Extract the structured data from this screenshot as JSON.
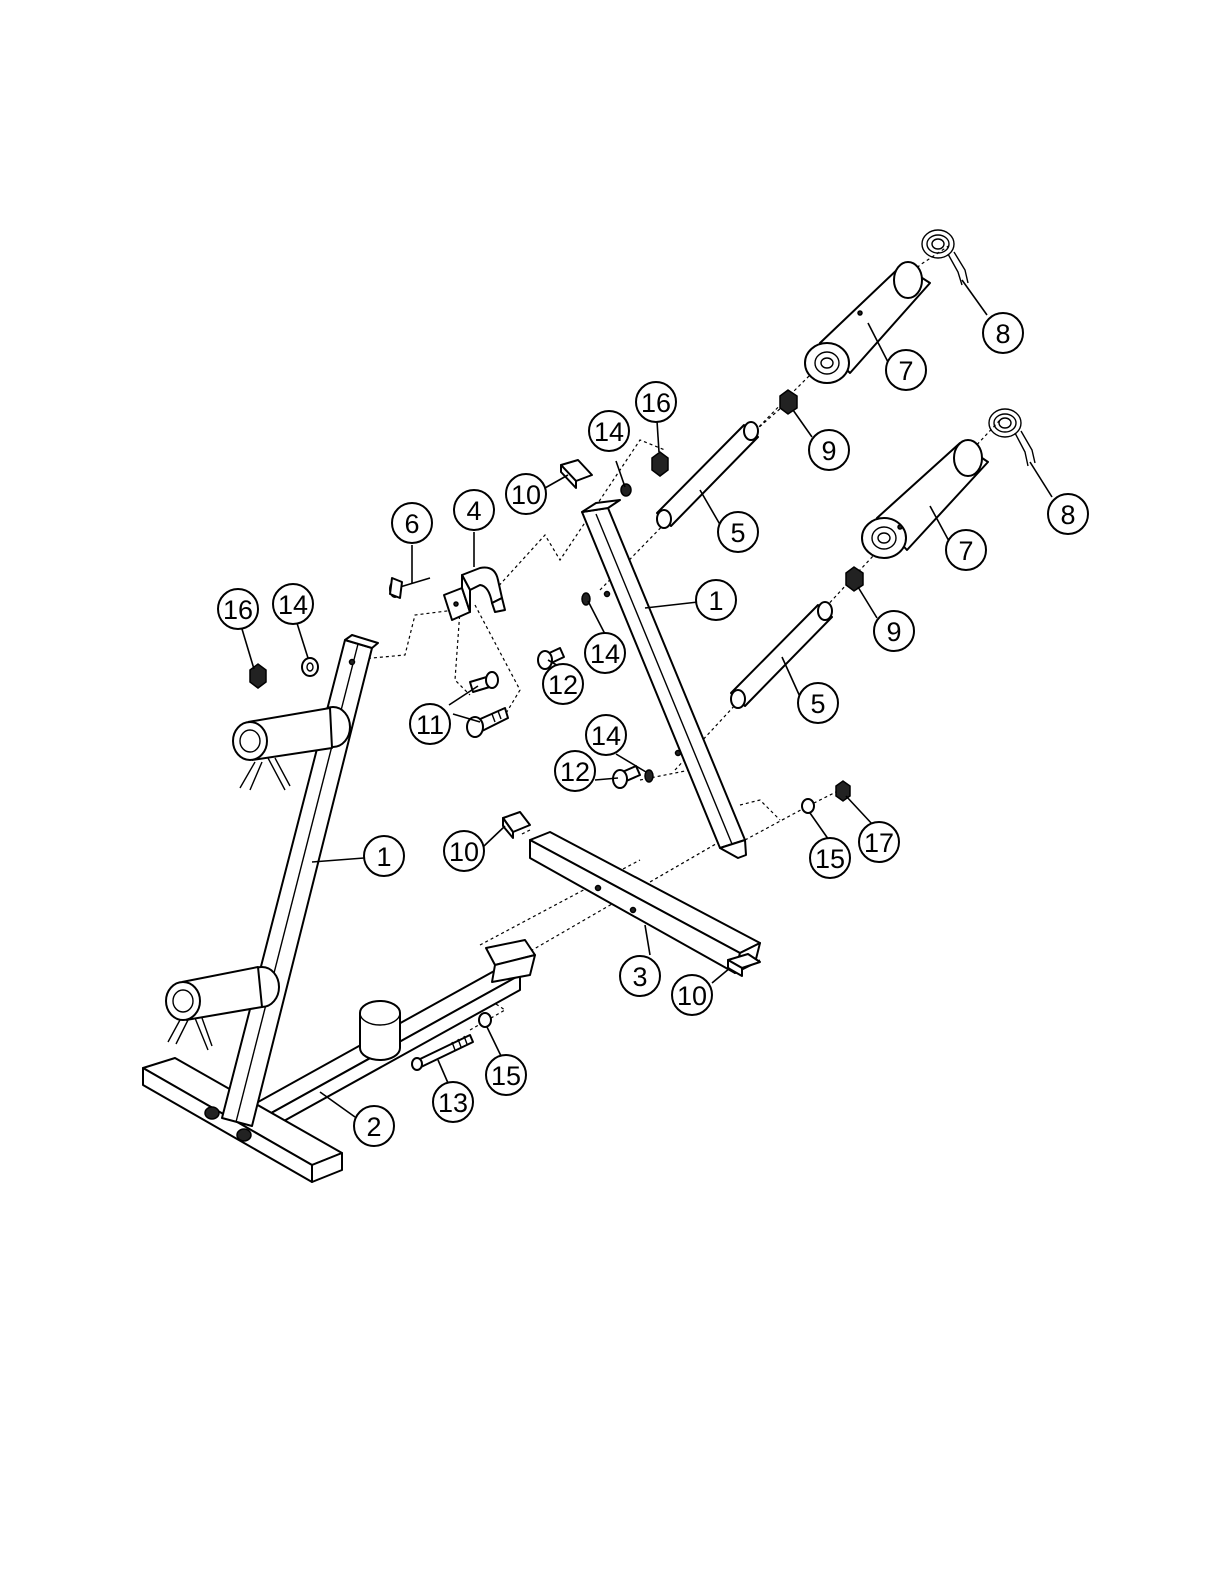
{
  "callouts": [
    {
      "id": "1-right",
      "label": "1"
    },
    {
      "id": "1-left",
      "label": "1"
    },
    {
      "id": "2",
      "label": "2"
    },
    {
      "id": "3",
      "label": "3"
    },
    {
      "id": "4",
      "label": "4"
    },
    {
      "id": "5-upper",
      "label": "5"
    },
    {
      "id": "5-lower",
      "label": "5"
    },
    {
      "id": "6",
      "label": "6"
    },
    {
      "id": "7-upper",
      "label": "7"
    },
    {
      "id": "7-lower",
      "label": "7"
    },
    {
      "id": "8-upper",
      "label": "8"
    },
    {
      "id": "8-lower",
      "label": "8"
    },
    {
      "id": "9-upper",
      "label": "9"
    },
    {
      "id": "9-lower",
      "label": "9"
    },
    {
      "id": "10-top",
      "label": "10"
    },
    {
      "id": "10-mid",
      "label": "10"
    },
    {
      "id": "10-bottom",
      "label": "10"
    },
    {
      "id": "11",
      "label": "11"
    },
    {
      "id": "12-upper",
      "label": "12"
    },
    {
      "id": "12-lower",
      "label": "12"
    },
    {
      "id": "13",
      "label": "13"
    },
    {
      "id": "14-top",
      "label": "14"
    },
    {
      "id": "14-left",
      "label": "14"
    },
    {
      "id": "14-mid",
      "label": "14"
    },
    {
      "id": "14-lower",
      "label": "14"
    },
    {
      "id": "15-right",
      "label": "15"
    },
    {
      "id": "15-bottom",
      "label": "15"
    },
    {
      "id": "16-top",
      "label": "16"
    },
    {
      "id": "16-left",
      "label": "16"
    },
    {
      "id": "17",
      "label": "17"
    }
  ]
}
